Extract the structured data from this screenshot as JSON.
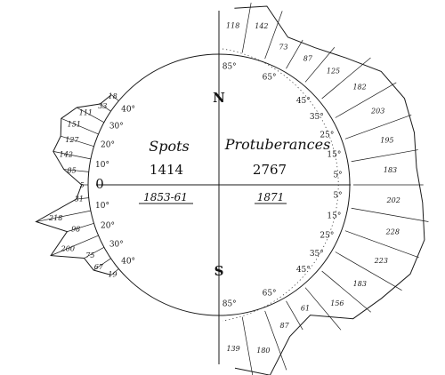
{
  "cardinal": {
    "north": "N",
    "south": "S",
    "zero": "0"
  },
  "spots": {
    "heading": "Spots",
    "total": "1414",
    "period": "1853-61"
  },
  "protuberances": {
    "heading": "Protuberances",
    "total": "2767",
    "period": "1871"
  },
  "spot_latitudes": [
    "40°",
    "30°",
    "20°",
    "10°",
    "10°",
    "20°",
    "30°",
    "40°"
  ],
  "spot_counts": [
    "18",
    "33",
    "111",
    "151",
    "127",
    "142",
    "85",
    "5",
    "31",
    "218",
    "98",
    "200",
    "75",
    "67",
    "19"
  ],
  "prot_latitudes": [
    "85°",
    "65°",
    "45°",
    "35°",
    "25°",
    "15°",
    "5°",
    "5°",
    "15°",
    "25°",
    "35°",
    "45°",
    "65°",
    "85°"
  ],
  "prot_counts": [
    "118",
    "142",
    "73",
    "87",
    "125",
    "182",
    "203",
    "195",
    "183",
    "202",
    "228",
    "223",
    "183",
    "156",
    "61",
    "87",
    "180",
    "139"
  ]
}
